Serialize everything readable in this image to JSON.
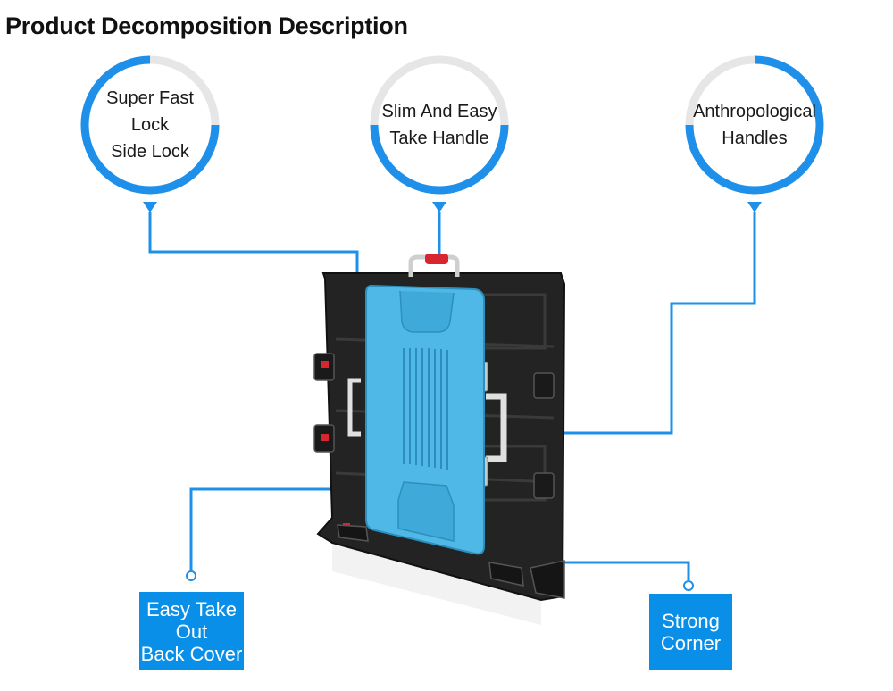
{
  "title": "Product Decomposition Description",
  "colors": {
    "accent": "#1e90ea",
    "circle_track": "#e6e6e6",
    "label_box": "#0a8fe8",
    "panel_body": "#222222",
    "back_cover": "#4fb8e6",
    "handle_red": "#d7262f"
  },
  "callouts": {
    "lock": "Super Fast\nLock\nSide Lock",
    "handle": "Slim And Easy\nTake Handle",
    "anthro": "Anthropological\nHandles",
    "cover": "Easy Take\nOut\nBack Cover",
    "corner": "Strong\nCorner"
  }
}
